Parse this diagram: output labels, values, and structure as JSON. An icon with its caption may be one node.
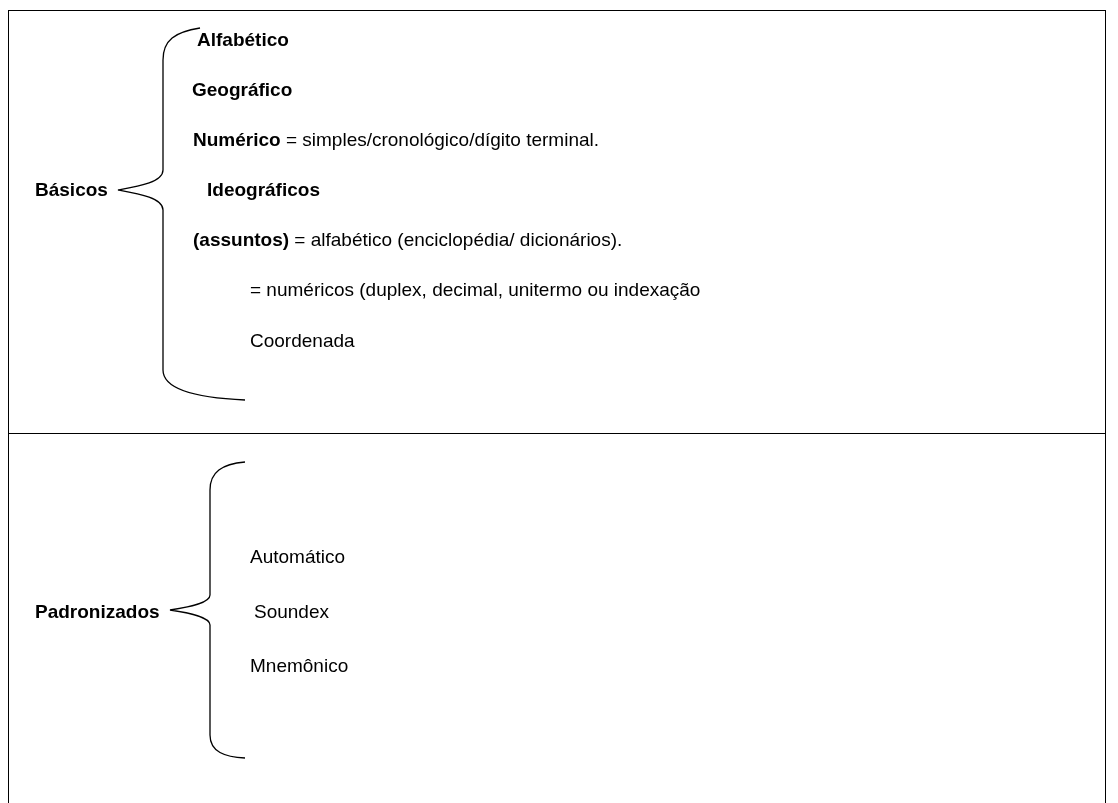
{
  "diagram": {
    "labels": [
      "Alfabético",
      "Geográfico",
      "**Numérico** = simples/cronológico/dígito terminal.",
      "Básicos",
      "Ideográficos",
      "**(assuntos)** = alfabético (enciclopédia/ dicionários).",
      "= numéricos (duplex, decimal, unitermo ou indexação",
      "Coordenada",
      "Padronizados",
      "Automático",
      "Soundex",
      "Mnemônico"
    ]
  }
}
